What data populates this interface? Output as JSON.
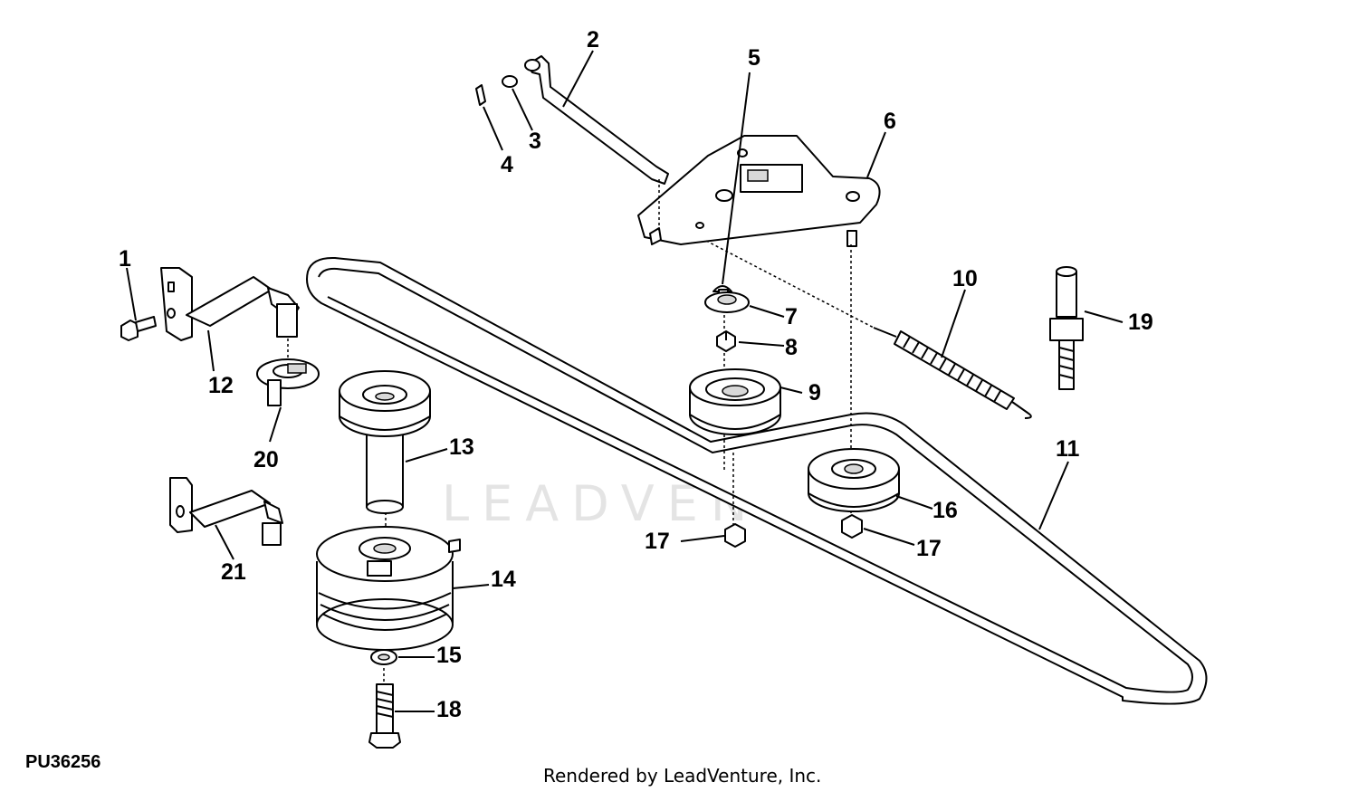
{
  "watermark": "LEADVENTURE",
  "figure_id": "PU36256",
  "credit": "Rendered by LeadVenture, Inc.",
  "callouts": [
    {
      "id": "1",
      "label": "1"
    },
    {
      "id": "2",
      "label": "2"
    },
    {
      "id": "3",
      "label": "3"
    },
    {
      "id": "4",
      "label": "4"
    },
    {
      "id": "5",
      "label": "5"
    },
    {
      "id": "6",
      "label": "6"
    },
    {
      "id": "7",
      "label": "7"
    },
    {
      "id": "8",
      "label": "8"
    },
    {
      "id": "9",
      "label": "9"
    },
    {
      "id": "10",
      "label": "10"
    },
    {
      "id": "11",
      "label": "11"
    },
    {
      "id": "12",
      "label": "12"
    },
    {
      "id": "13",
      "label": "13"
    },
    {
      "id": "14",
      "label": "14"
    },
    {
      "id": "15",
      "label": "15"
    },
    {
      "id": "16",
      "label": "16"
    },
    {
      "id": "17a",
      "label": "17"
    },
    {
      "id": "17b",
      "label": "17"
    },
    {
      "id": "18",
      "label": "18"
    },
    {
      "id": "19",
      "label": "19"
    },
    {
      "id": "20",
      "label": "20"
    },
    {
      "id": "21",
      "label": "21"
    }
  ]
}
